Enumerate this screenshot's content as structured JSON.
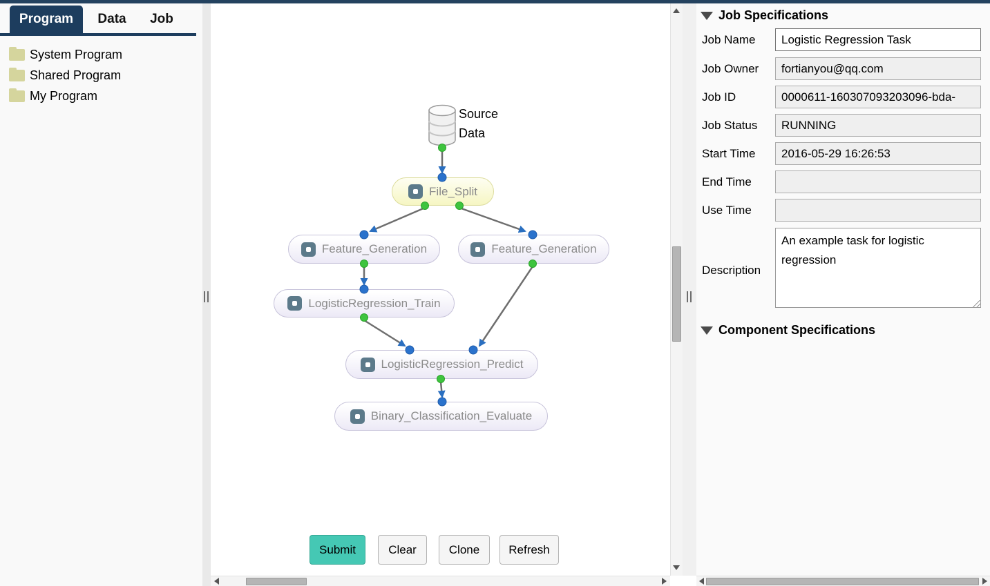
{
  "sidebar": {
    "tabs": [
      {
        "label": "Program",
        "active": true
      },
      {
        "label": "Data",
        "active": false
      },
      {
        "label": "Job",
        "active": false
      }
    ],
    "folders": [
      "System Program",
      "Shared Program",
      "My Program"
    ]
  },
  "workflow": {
    "source": {
      "lines": [
        "Source",
        "Data"
      ]
    },
    "nodes": [
      {
        "label": "File_Split",
        "highlighted": true
      },
      {
        "label": "Feature_Generation",
        "highlighted": false
      },
      {
        "label": "Feature_Generation",
        "highlighted": false
      },
      {
        "label": "LogisticRegression_Train",
        "highlighted": false
      },
      {
        "label": "LogisticRegression_Predict",
        "highlighted": false
      },
      {
        "label": "Binary_Classification_Evaluate",
        "highlighted": false
      }
    ],
    "buttons": [
      "Submit",
      "Clear",
      "Clone",
      "Refresh"
    ]
  },
  "job_specs": {
    "title": "Job Specifications",
    "job_name": {
      "label": "Job Name",
      "value": "Logistic Regression Task"
    },
    "job_owner": {
      "label": "Job Owner",
      "value": "fortianyou@qq.com"
    },
    "job_id": {
      "label": "Job ID",
      "value": "0000611-160307093203096-bda-"
    },
    "job_status": {
      "label": "Job Status",
      "value": "RUNNING"
    },
    "start_time": {
      "label": "Start Time",
      "value": "2016-05-29 16:26:53"
    },
    "end_time": {
      "label": "End Time",
      "value": ""
    },
    "use_time": {
      "label": "Use Time",
      "value": ""
    },
    "description": {
      "label": "Description",
      "value": "An example task for logistic regression"
    }
  },
  "component_specs": {
    "title": "Component Specifications"
  },
  "colors": {
    "accent_navy": "#1d3d5e",
    "submit_teal": "#45c8b4",
    "highlight_node_yellow": "#f6f6c3",
    "port_green": "#3ec43e",
    "port_blue": "#2a72cc",
    "edge_gray": "#6e6e6e"
  }
}
